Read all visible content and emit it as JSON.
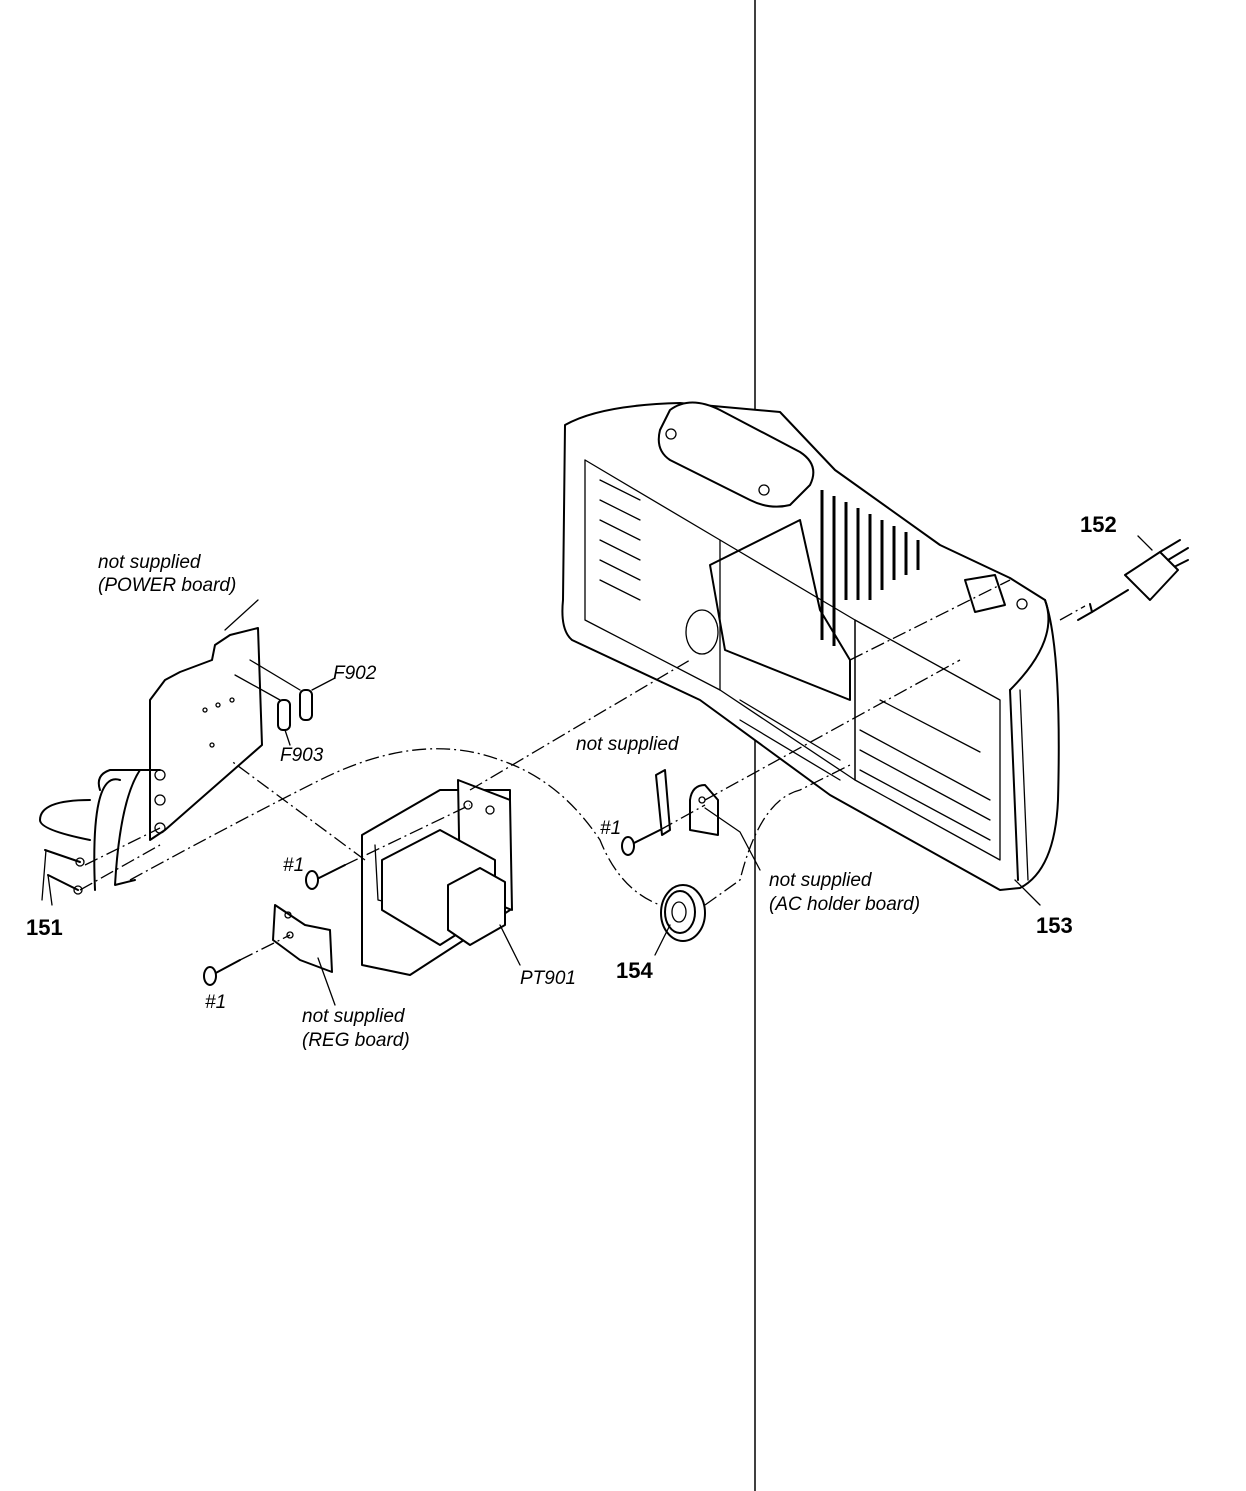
{
  "labels": {
    "power_board_note": "not supplied",
    "power_board_name": "(POWER board)",
    "f902": "F902",
    "f903": "F903",
    "part_151": "151",
    "screw_1a": "#1",
    "screw_1b": "#1",
    "screw_1c": "#1",
    "reg_board_note": "not supplied",
    "reg_board_name": "(REG board)",
    "pt901": "PT901",
    "wire_note": "not supplied",
    "part_154": "154",
    "ac_board_note": "not supplied",
    "ac_board_name": "(AC holder board)",
    "part_152": "152",
    "part_153": "153"
  },
  "icons": {
    "power_board": "circuit-board-icon",
    "fuse": "fuse-icon",
    "transformer": "transformer-icon",
    "screw": "screw-icon",
    "ferrite_core": "ferrite-core-icon",
    "ac_plug": "ac-plug-icon",
    "cabinet": "rear-cabinet-icon"
  }
}
